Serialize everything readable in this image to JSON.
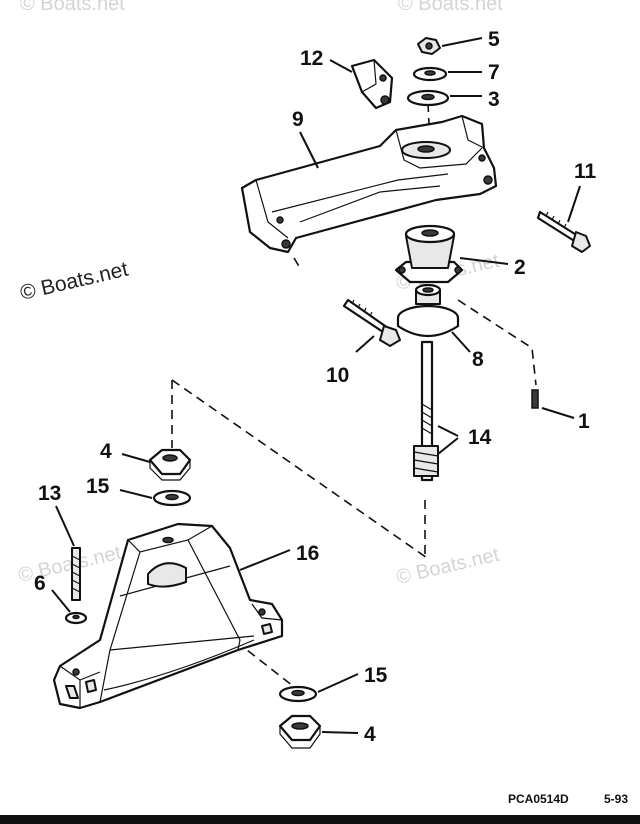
{
  "watermark": {
    "text": "© Boats.net"
  },
  "callouts": {
    "c1": "1",
    "c2": "2",
    "c3": "3",
    "c4a": "4",
    "c4b": "4",
    "c5": "5",
    "c6": "6",
    "c7": "7",
    "c8": "8",
    "c9": "9",
    "c10": "10",
    "c11": "11",
    "c12": "12",
    "c13": "13",
    "c14": "14",
    "c15a": "15",
    "c15b": "15",
    "c16": "16"
  },
  "footer": {
    "part_code": "PCA0514D",
    "date": "5-93"
  }
}
